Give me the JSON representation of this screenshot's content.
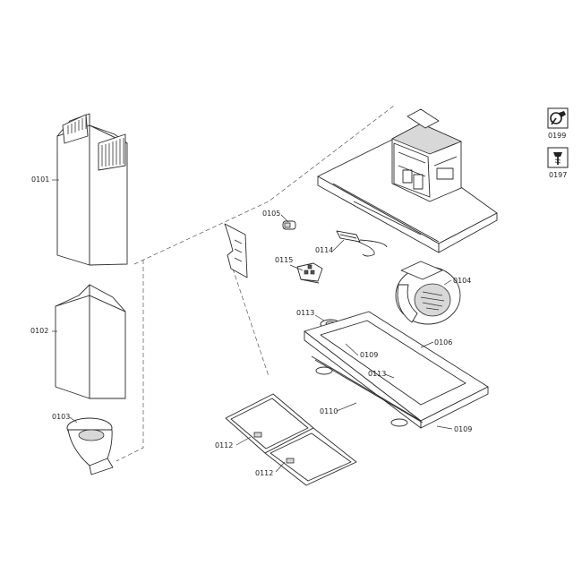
{
  "parts": {
    "p0101": "0101",
    "p0102": "0102",
    "p0103": "0103",
    "p0104": "0104",
    "p0105": "0105",
    "p0106": "0106",
    "p0109a": "0109",
    "p0109b": "0109",
    "p0110": "0110",
    "p0112a": "0112",
    "p0112b": "0112",
    "p0113a": "0113",
    "p0113b": "0113",
    "p0114": "0114",
    "p0115": "0115",
    "p0197": "0197",
    "p0199": "0199"
  },
  "icons": {
    "p0199": "wrench-screwdriver-icon",
    "p0197": "screw-icon"
  }
}
